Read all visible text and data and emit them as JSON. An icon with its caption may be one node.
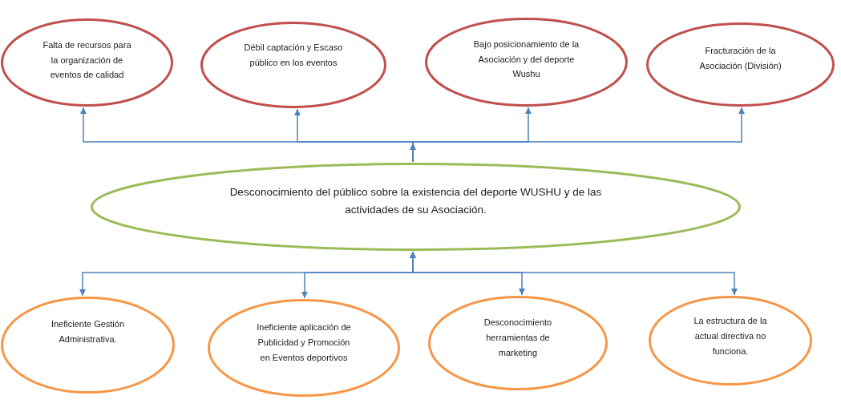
{
  "diagram": {
    "nodes": [
      {
        "text": [
          "Falta de recursos para la organización de eventos de calidad"
        ]
      },
      {
        "text": [
          "Débil captación y Escaso público en los eventos"
        ]
      },
      {
        "text": [
          "Bajo posicionamiento de la Asociación y del deporte Wushu"
        ]
      },
      {
        "text": [
          "Fracturación de la Asociación (División)"
        ]
      },
      {
        "text": [
          "Desconocimiento del público sobre la existencia del deporte WUSHU y de las actividades de su Asociación."
        ]
      },
      {
        "text": [
          "Ineficiente Gestión Administrativa."
        ]
      },
      {
        "text": [
          "Ineficiente aplicación de Publicidad y Promoción en Eventos deportivos"
        ]
      },
      {
        "text": [
          "Desconocimiento herramientas de marketing"
        ]
      },
      {
        "text": [
          "La estructura de la actual directiva no funciona."
        ]
      }
    ],
    "edges": [
      {
        "from": 4,
        "to": 0,
        "arrow": "to"
      },
      {
        "from": 4,
        "to": 1,
        "arrow": "to"
      },
      {
        "from": 4,
        "to": 2,
        "arrow": "to"
      },
      {
        "from": 4,
        "to": 3,
        "arrow": "to"
      },
      {
        "from": 4,
        "to": 5,
        "arrow": "both"
      },
      {
        "from": 4,
        "to": 6,
        "arrow": "both"
      },
      {
        "from": 4,
        "to": 7,
        "arrow": "both"
      },
      {
        "from": 4,
        "to": 8,
        "arrow": "both"
      }
    ]
  }
}
